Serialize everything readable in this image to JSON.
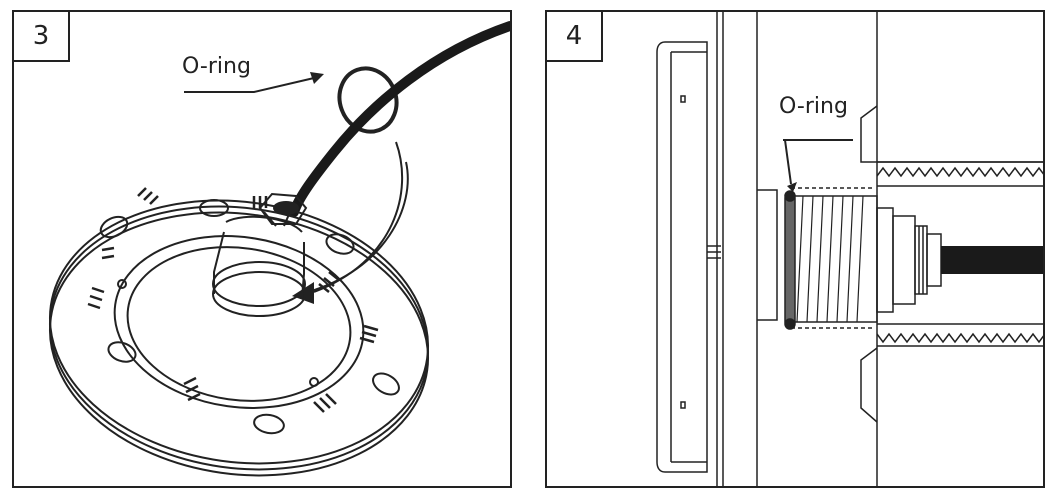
{
  "panels": [
    {
      "step": "3",
      "label": "O-ring"
    },
    {
      "step": "4",
      "label": "O-ring"
    }
  ],
  "colors": {
    "line": "#222222",
    "cable": "#1a1a1a",
    "oring_fill": "#666666"
  },
  "icons": [
    "arrow-icon",
    "o-ring-icon"
  ]
}
